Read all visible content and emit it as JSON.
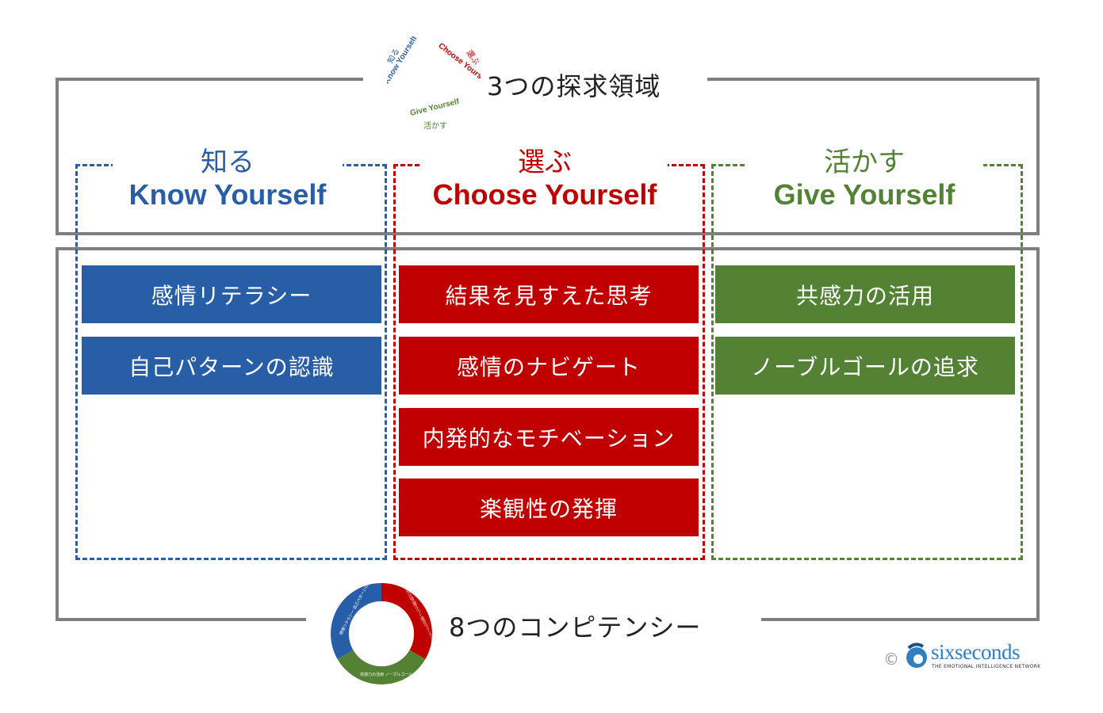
{
  "header": {
    "title": "3つの探求領域",
    "cycle_labels": {
      "know_en": "Know Yourself",
      "know_jp": "知る",
      "choose_en": "Choose Yourself",
      "choose_jp": "選ぶ",
      "give_en": "Give Yourself",
      "give_jp": "活かす"
    }
  },
  "columns": [
    {
      "jp": "知る",
      "en": "Know Yourself",
      "color": "#285ea8",
      "competencies": [
        "感情リテラシー",
        "自己パターンの認識"
      ]
    },
    {
      "jp": "選ぶ",
      "en": "Choose Yourself",
      "color": "#c00000",
      "competencies": [
        "結果を見すえた思考",
        "感情のナビゲート",
        "内発的なモチベーション",
        "楽観性の発揮"
      ]
    },
    {
      "jp": "活かす",
      "en": "Give Yourself",
      "color": "#548235",
      "competencies": [
        "共感力の活用",
        "ノーブルゴールの追求"
      ]
    }
  ],
  "footer": {
    "title": "8つのコンピテンシー",
    "donut_labels": {
      "blue": "感情リテラシー 自己パターンの認識",
      "red": "結果を見すえた思考 感情のナビゲート 内発的なモチベーション 楽観性の発揮",
      "green": "共感力の活用 ノーブルゴールの追求"
    },
    "copyright": "©",
    "brand": "sixseconds",
    "brand_tagline": "THE EMOTIONAL INTELLIGENCE NETWORK"
  }
}
